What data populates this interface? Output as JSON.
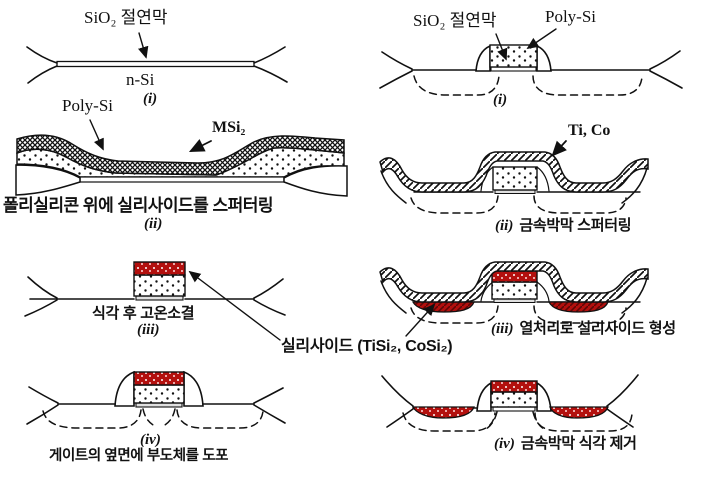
{
  "left": {
    "s1": {
      "sio2": "SiO₂ 절연막",
      "nsi": "n-Si",
      "num": "(i)"
    },
    "s2": {
      "poly": "Poly-Si",
      "msi2": "MSi₂",
      "num": "(ii)",
      "caption": "폴리실리콘 위에 실리사이드를 스퍼터링"
    },
    "s3": {
      "num": "(iii)",
      "caption": "식각 후 고온소결"
    },
    "s4": {
      "num": "(iv)",
      "caption": "게이트의 옆면에 부도체를 도포"
    }
  },
  "right": {
    "s1": {
      "sio2": "SiO₂ 절연막",
      "poly": "Poly-Si",
      "num": "(i)"
    },
    "s2": {
      "metal": "Ti, Co",
      "num": "(ii)",
      "caption": "금속박막 스퍼터링"
    },
    "s3": {
      "num": "(iii)",
      "caption": "열처리로 실리사이드 형성"
    },
    "s4": {
      "num": "(iv)",
      "caption": "금속박막 식각 제거"
    }
  },
  "center": {
    "silicide": "실리사이드 (TiSi₂, CoSi₂)"
  },
  "colors": {
    "silicide_red": "#b3100e",
    "ink": "#111111",
    "background": "#ffffff"
  }
}
